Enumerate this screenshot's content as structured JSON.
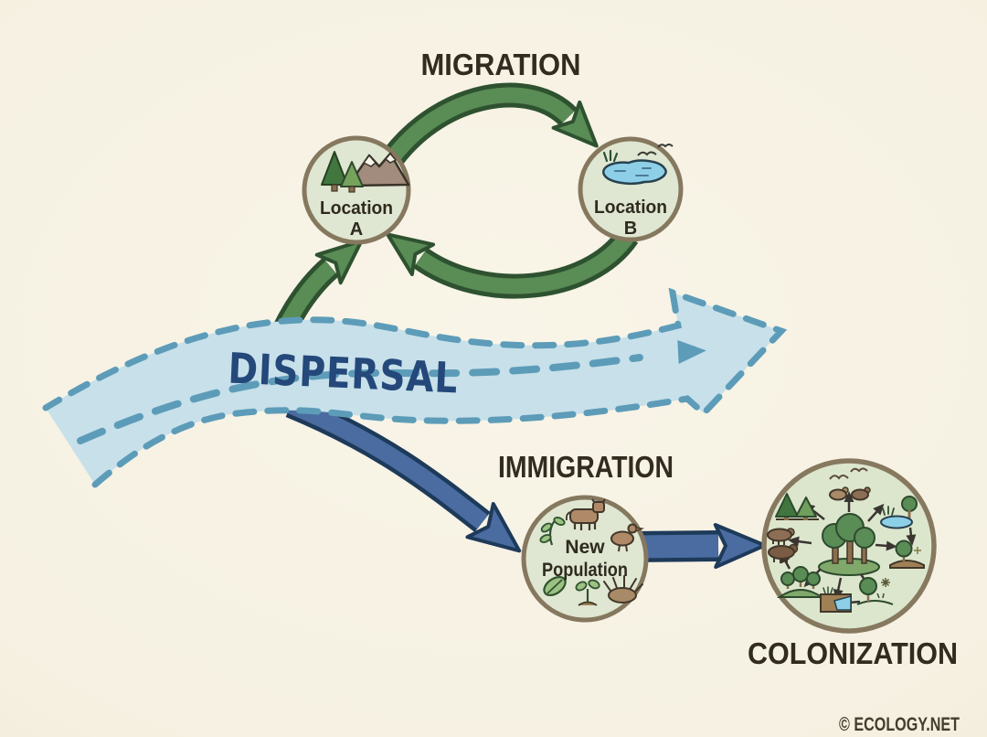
{
  "labels": {
    "migration": "MIGRATION",
    "dispersal": "DISPERSAL",
    "immigration": "IMMIGRATION",
    "colonization": "COLONIZATION",
    "copyright": "© ECOLOGY.NET"
  },
  "nodes": {
    "location_a": {
      "line1": "Location",
      "line2": "A",
      "icon": "pine-trees-and-mountains"
    },
    "location_b": {
      "line1": "Location",
      "line2": "B",
      "icon": "pond-with-grass-and-birds"
    },
    "new_population": {
      "line1": "New",
      "line2": "Population",
      "icons": [
        "sprig",
        "cow",
        "duck",
        "leaf",
        "seedling",
        "porcupine"
      ]
    },
    "colonization_community": {
      "icons": [
        "central-forest",
        "flying-birds",
        "small-mammals",
        "pine-trees",
        "pond-with-tree",
        "shrub-on-mound",
        "bears",
        "tree-grove-hill",
        "wetland-patch",
        "flowering-tree"
      ]
    }
  },
  "colors": {
    "background": "#f6f1e2",
    "green_arrow": "#5a8c55",
    "green_outline": "#2e5230",
    "blue_arrow": "#4a6ca0",
    "blue_outline": "#1e3a5a",
    "band_fill": "#c7e0ea",
    "band_dash": "#5d9cb8",
    "dispersal_text": "#24487a",
    "node_fill": "#dfe6d1",
    "node_border": "#85785f",
    "title_text": "#322b1f"
  }
}
